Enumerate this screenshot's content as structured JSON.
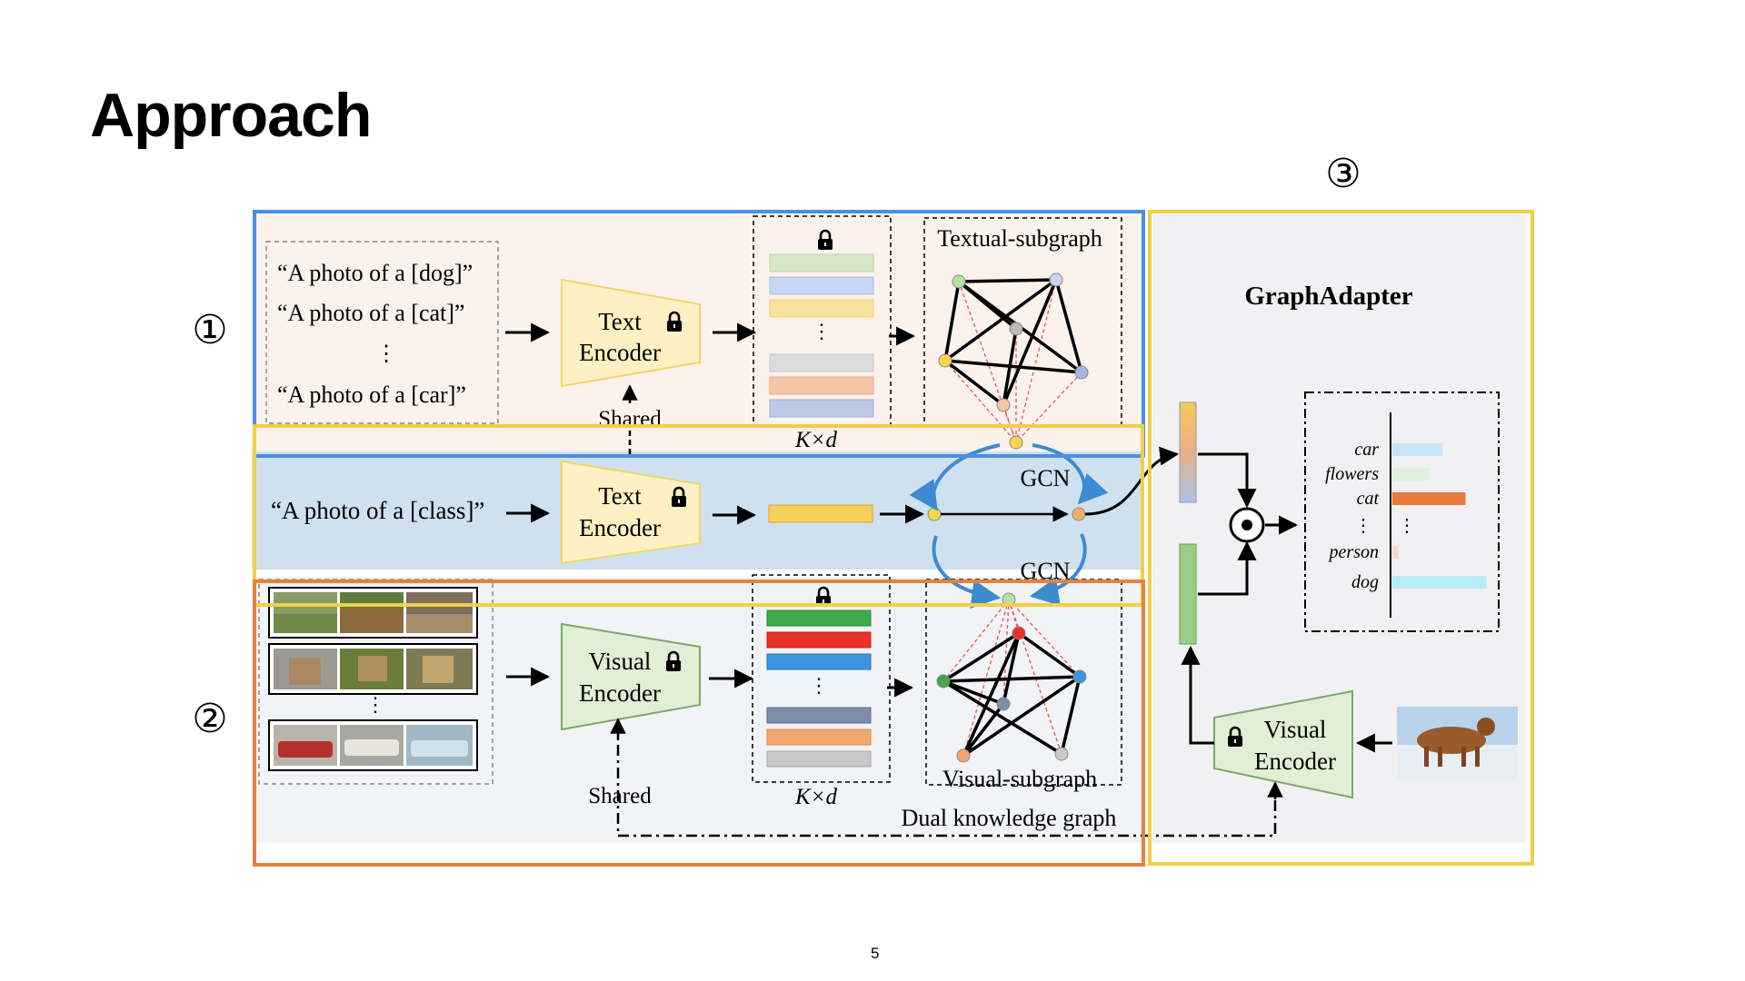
{
  "slide": {
    "title": "Approach",
    "page_number": "5"
  },
  "markers": {
    "one": "①",
    "two": "②",
    "three": "③"
  },
  "prompts": {
    "dog": "“A photo of a [dog]”",
    "cat": "“A photo of a [cat]”",
    "ellipsis": "⋮",
    "car": "“A photo of a [car]”",
    "class": "“A photo of a [class]”"
  },
  "encoders": {
    "text_line1": "Text",
    "text_line2": "Encoder",
    "visual_line1": "Visual",
    "visual_line2": "Encoder"
  },
  "labels": {
    "shared": "Shared",
    "kxd": "K×d",
    "textual_subgraph": "Textual-subgraph",
    "visual_subgraph": "Visual-subgraph",
    "dual_knowledge_graph": "Dual knowledge graph",
    "gcn": "GCN",
    "graph_adapter": "GraphAdapter",
    "product_symbol": "⊙"
  },
  "output_chart": {
    "items": [
      {
        "label": "car",
        "value": 0.48,
        "color": "#c6e6f7"
      },
      {
        "label": "flowers",
        "value": 0.35,
        "color": "#dfeedd"
      },
      {
        "label": "cat",
        "value": 0.7,
        "color": "#e87a3a"
      },
      {
        "label": "person",
        "value": 0.06,
        "color": "#f5d8d0"
      },
      {
        "label": "dog",
        "value": 0.9,
        "color": "#b8ecf6"
      }
    ]
  },
  "colors": {
    "blue_box": "#4a90e2",
    "orange_box": "#e6823a",
    "yellow_box": "#f2cf45",
    "text_encoder_fill": "#fdf1c4",
    "visual_encoder_fill": "#e0efd6",
    "text_region_bg": "#fbf2ec",
    "class_region_bg": "#cfe0ef",
    "visual_region_bg": "#f1f3f6"
  },
  "icons": [
    "lock-icon",
    "right-arrow-icon",
    "dashed-arrow-icon",
    "photo-thumbnail"
  ]
}
